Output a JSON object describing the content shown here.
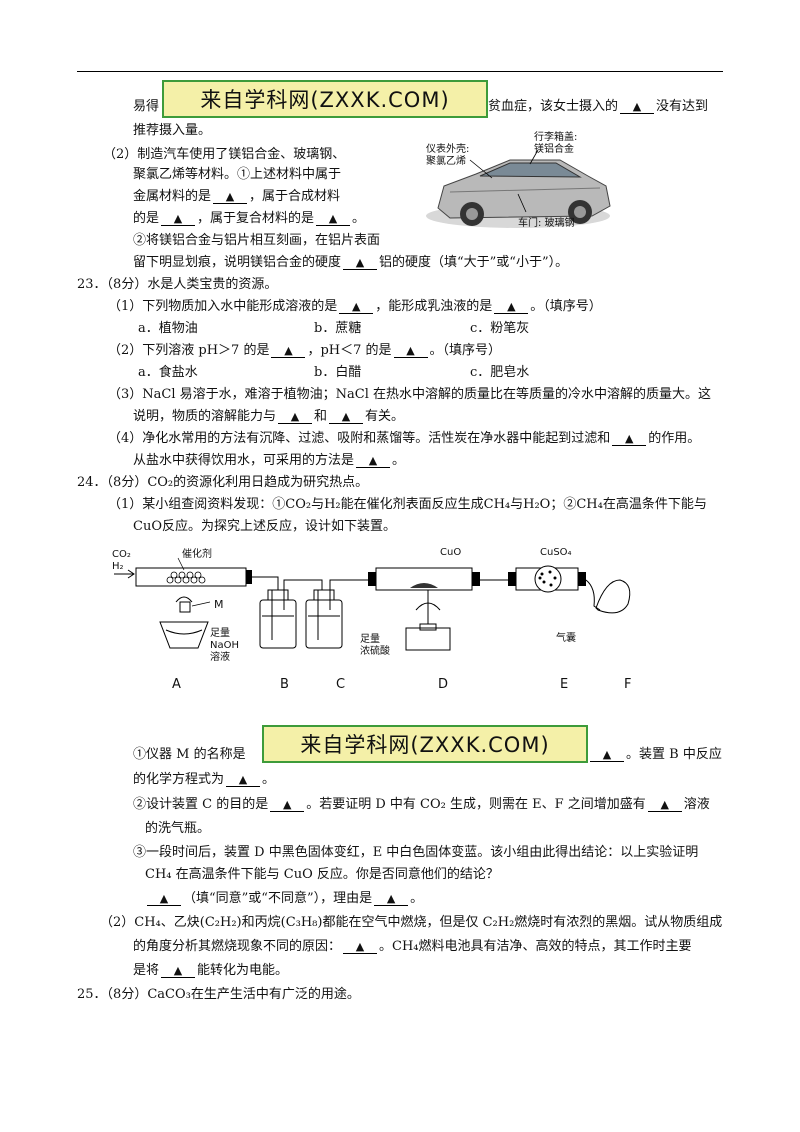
{
  "watermark": {
    "text": "来自学科网(ZXXK.COM)"
  },
  "blank_mark": "▲",
  "q22": {
    "l1_a": "易得",
    "l1_b": "贫血症，该女士摄入的",
    "l1_c": "没有达到",
    "l2": "推荐摄入量。",
    "p2_l1": "（2）制造汽车使用了镁铝合金、玻璃钢、",
    "p2_l2": "聚氯乙烯等材料。①上述材料中属于",
    "p2_l3_a": "金属材料的是",
    "p2_l3_b": "，属于合成材料",
    "p2_l4_a": "的是",
    "p2_l4_b": "，属于复合材料的是",
    "p2_l4_c": "。",
    "p2_l5": "②将镁铝合金与铝片相互刻画，在铝片表面",
    "p2_l6_a": "留下明显划痕，说明镁铝合金的硬度",
    "p2_l6_b": "铝的硬度（填“大于”或“小于”）。",
    "car_labels": {
      "dash_1": "仪表外壳:",
      "dash_2": "聚氯乙烯",
      "trunk_1": "行李箱盖:",
      "trunk_2": "镁铝合金",
      "door": "车门: 玻璃钢"
    }
  },
  "q23": {
    "head": "23．（8分）水是人类宝贵的资源。",
    "p1_a": "（1）下列物质加入水中能形成溶液的是",
    "p1_b": "，能形成乳浊液的是",
    "p1_c": "。（填序号）",
    "opt1": [
      "a．植物油",
      "b．蔗糖",
      "c．粉笔灰"
    ],
    "p2_a": "（2）下列溶液 pH＞7 的是",
    "p2_b": "，pH＜7 的是",
    "p2_c": "。（填序号）",
    "opt2": [
      "a．食盐水",
      "b．白醋",
      "c．肥皂水"
    ],
    "p3_l1": "（3）NaCl 易溶于水，难溶于植物油；NaCl 在热水中溶解的质量比在等质量的冷水中溶解的质量大。这",
    "p3_l2_a": "说明，物质的溶解能力与",
    "p3_l2_b": "和",
    "p3_l2_c": "有关。",
    "p4_l1_a": "（4）净化水常用的方法有沉降、过滤、吸附和蒸馏等。活性炭在净水器中能起到过滤和",
    "p4_l1_b": "的作用。",
    "p4_l2_a": "从盐水中获得饮用水，可采用的方法是",
    "p4_l2_b": "。"
  },
  "q24": {
    "head": "24．（8分）CO₂的资源化利用日趋成为研究热点。",
    "p1_l1": "（1）某小组查阅资料发现：①CO₂与H₂能在催化剂表面反应生成CH₄与H₂O；②CH₄在高温条件下能与",
    "p1_l2": "CuO反应。为探究上述反应，设计如下装置。",
    "diagram": {
      "co2": "CO₂",
      "h2": "H₂",
      "catalyst": "催化剂",
      "m": "M",
      "naoh_1": "足量",
      "naoh_2": "NaOH",
      "naoh_3": "溶液",
      "acid_1": "足量",
      "acid_2": "浓硫酸",
      "cuo": "CuO",
      "cuso4": "CuSO₄",
      "balloon": "气囊",
      "letters": [
        "A",
        "B",
        "C",
        "D",
        "E",
        "F"
      ]
    },
    "s1_a": "①仪器 M 的名称是",
    "s1_b": "。装置 B 中反应",
    "s1_c": "的化学方程式为",
    "s1_d": "。",
    "s2_a": "②设计装置 C 的目的是",
    "s2_b": "。若要证明 D 中有 CO₂ 生成，则需在 E、F 之间增加盛有",
    "s2_c": "溶液",
    "s2_d": "的洗气瓶。",
    "s3_l1": "③一段时间后，装置 D 中黑色固体变红，E 中白色固体变蓝。该小组由此得出结论：以上实验证明",
    "s3_l2": "CH₄ 在高温条件下能与 CuO 反应。你是否同意他们的结论？",
    "s3_l3_a": "（填“同意”或“不同意”），理由是",
    "s3_l3_b": "。",
    "p2_l1": "（2）CH₄、乙炔(C₂H₂)和丙烷(C₃H₈)都能在空气中燃烧，但是仅 C₂H₂燃烧时有浓烈的黑烟。试从物质组成",
    "p2_l2_a": "的角度分析其燃烧现象不同的原因：",
    "p2_l2_b": "。CH₄燃料电池具有洁净、高效的特点，其工作时主要",
    "p2_l3_a": "是将",
    "p2_l3_b": "能转化为电能。"
  },
  "q25": {
    "head": "25．（8分）CaCO₃在生产生活中有广泛的用途。"
  }
}
